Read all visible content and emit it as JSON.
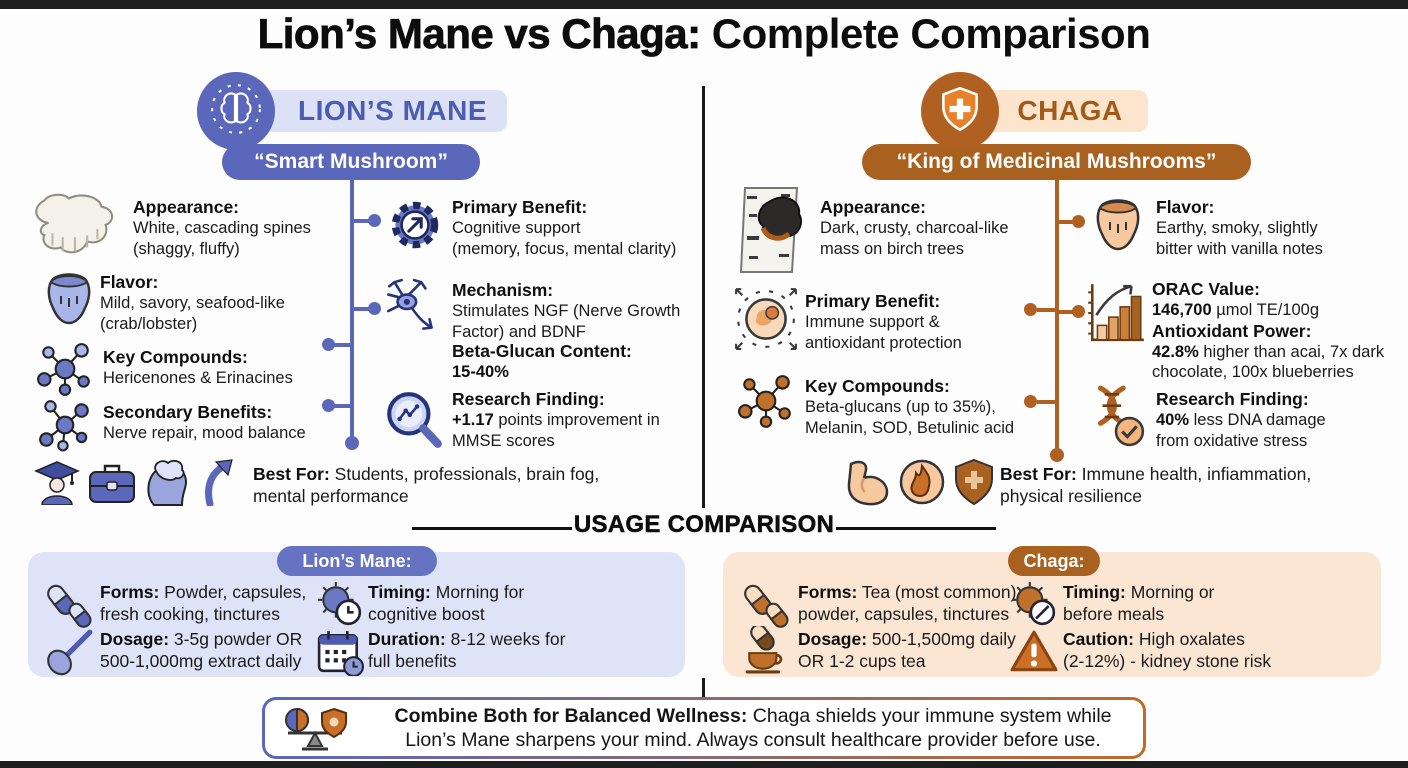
{
  "title": {
    "part1": "Lion’s Mane vs Chaga:",
    "part2": " Complete Comparison"
  },
  "colors": {
    "lion_accent": "#5a67bb",
    "lion_light": "#dfe3f7",
    "lion_pill_light": "#dce1f6",
    "chaga_accent": "#a9611f",
    "chaga_light": "#fbe6d3",
    "chaga_pill_light": "#fce4cd",
    "chaga_orange": "#e8822a",
    "divider": "#1a1a1a"
  },
  "lion": {
    "name": "LION’S MANE",
    "tagline": "“Smart Mushroom”",
    "items_left": [
      {
        "icon": "mushroom-icon",
        "heading": "Appearance:",
        "lines": [
          {
            "b": "",
            "t": "White, cascading spines"
          },
          {
            "b": "",
            "t": "(shaggy, fluffy)"
          }
        ]
      },
      {
        "icon": "tongue-icon",
        "heading": "Flavor:",
        "lines": [
          {
            "b": "",
            "t": "Mild, savory, seafood-like"
          },
          {
            "b": "",
            "t": "(crab/lobster)"
          }
        ]
      },
      {
        "icon": "molecule-icon",
        "heading": "Key Compounds:",
        "lines": [
          {
            "b": "",
            "t": "Hericenones & Erinacines"
          }
        ]
      },
      {
        "icon": "molecule-icon",
        "heading": "Secondary Benefits:",
        "lines": [
          {
            "b": "",
            "t": "Nerve repair, mood balance"
          }
        ]
      }
    ],
    "items_right": [
      {
        "icon": "gear-arrow-icon",
        "heading": "Primary Benefit:",
        "lines": [
          {
            "b": "",
            "t": "Cognitive support"
          },
          {
            "b": "",
            "t": "(memory, focus, mental clarity)"
          }
        ]
      },
      {
        "icon": "neuron-icon",
        "heading": "Mechanism:",
        "lines": [
          {
            "b": "",
            "t": "Stimulates NGF (Nerve Growth"
          },
          {
            "b": "",
            "t": "Factor) and BDNF"
          }
        ]
      },
      {
        "icon": "",
        "heading": "Beta-Glucan Content:",
        "lines": [
          {
            "b": "15-40%",
            "t": ""
          }
        ]
      },
      {
        "icon": "magnifier-chart-icon",
        "heading": "Research Finding:",
        "lines": [
          {
            "b": "+1.17",
            "t": " points improvement in"
          },
          {
            "b": "",
            "t": "MMSE scores"
          }
        ]
      }
    ],
    "best_for": {
      "label": "Best For:",
      "rest": " Students, professionals, brain fog,",
      "line2": "mental performance"
    }
  },
  "chaga": {
    "name": "CHAGA",
    "tagline": "“King of Medicinal Mushrooms”",
    "items_left": [
      {
        "icon": "birch-chaga-icon",
        "heading": "Appearance:",
        "lines": [
          {
            "b": "",
            "t": "Dark, crusty, charcoal-like"
          },
          {
            "b": "",
            "t": "mass on birch trees"
          }
        ]
      },
      {
        "icon": "cell-icon",
        "heading": "Primary Benefit:",
        "lines": [
          {
            "b": "",
            "t": "Immune support &"
          },
          {
            "b": "",
            "t": "antioxidant protection"
          }
        ]
      },
      {
        "icon": "molecule-icon",
        "heading": "Key Compounds:",
        "lines": [
          {
            "b": "",
            "t": "Beta-glucans (up to 35%),"
          },
          {
            "b": "",
            "t": "Melanin, SOD, Betulinic acid"
          }
        ]
      }
    ],
    "items_right": [
      {
        "icon": "tongue-icon",
        "heading": "Flavor:",
        "lines": [
          {
            "b": "",
            "t": "Earthy, smoky, slightly"
          },
          {
            "b": "",
            "t": "bitter with vanilla notes"
          }
        ]
      },
      {
        "icon": "growth-chart-icon",
        "heading": "ORAC Value:",
        "lines": [
          {
            "b": "146,700",
            "t": " µmol TE/100g"
          }
        ],
        "heading2": "Antioxidant Power:",
        "lines2": [
          {
            "b": "42.8%",
            "t": " higher than acai, 7x dark"
          },
          {
            "b": "",
            "t": "chocolate, 100x blueberries"
          }
        ]
      },
      {
        "icon": "dna-check-icon",
        "heading": "Research Finding:",
        "lines": [
          {
            "b": "40%",
            "t": " less DNA damage"
          },
          {
            "b": "",
            "t": "from oxidative stress"
          }
        ]
      }
    ],
    "best_for": {
      "label": "Best For:",
      "rest": " Immune health, infiammation,",
      "line2": "physical resilience"
    }
  },
  "usage": {
    "header": "USAGE COMPARISON",
    "lion": {
      "pill": "Lion’s Mane:",
      "entries": [
        {
          "icon": "capsules-icon",
          "label": "Forms:",
          "rest": " Powder, capsules,",
          "line2": "fresh cooking, tinctures"
        },
        {
          "icon": "spoon-icon",
          "label": "Dosage:",
          "rest": " 3-5g powder OR",
          "line2": "500-1,000mg extract daily"
        },
        {
          "icon": "sun-clock-icon",
          "label": "Timing:",
          "rest": " Morning for",
          "line2": "cognitive boost"
        },
        {
          "icon": "calendar-clock-icon",
          "label": "Duration:",
          "rest": " 8-12 weeks for",
          "line2": "full benefits"
        }
      ]
    },
    "chaga": {
      "pill": "Chaga:",
      "entries": [
        {
          "icon": "capsules-icon",
          "label": "Forms:",
          "rest": " Tea (most common),",
          "line2": "powder, capsules, tinctures"
        },
        {
          "icon": "capsule-teacup-icon",
          "label": "Dosage:",
          "rest": " 500-1,500mg daily",
          "line2": "OR 1-2 cups tea"
        },
        {
          "icon": "sun-clock-icon",
          "label": "Timing:",
          "rest": " Morning or",
          "line2": "before meals"
        },
        {
          "icon": "warning-icon",
          "label": "Caution:",
          "rest": " High oxalates",
          "line2": "(2-12%) - kidney stone risk"
        }
      ]
    }
  },
  "footer": {
    "bold": "Combine Both for Balanced Wellness:",
    "rest": " Chaga shields your immune system while",
    "line2": "Lion’s Mane sharpens your mind. Always consult healthcare provider before use."
  }
}
